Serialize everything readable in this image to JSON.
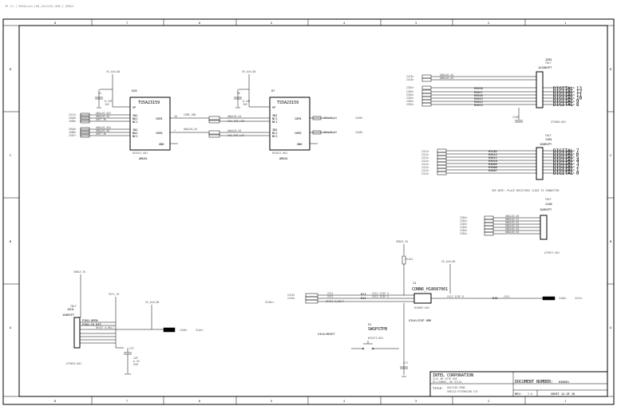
{
  "header": {
    "text": "39-14 | MUXALLAU_LOB_GALILEO_GEN_2_GEN2X"
  },
  "border": {
    "columns_top": [
      "8",
      "7",
      "6",
      "5",
      "4",
      "3",
      "2",
      "1"
    ],
    "rows_side": [
      "D",
      "C",
      "B",
      "A"
    ]
  },
  "mux_left": {
    "ref": "U28",
    "part": "TS5A23159",
    "pins": {
      "vp": "VP",
      "com1": "COM1",
      "com2": "COM2",
      "gnd": "GND",
      "in1": "IN1",
      "nc1a": "NO1",
      "nc1b": "NC1",
      "in2": "IN2",
      "nc2a": "NO2",
      "nc2b": "NC2"
    },
    "pn": "DS5511-001",
    "caption": "AMUX1",
    "power": "V5_ALW_ON",
    "cap": "C4"
  },
  "mux_right": {
    "ref": "U7",
    "part": "TS5A23159",
    "pins": {
      "vp": "VP",
      "com1": "COM1",
      "com2": "COM2",
      "gnd": "GND",
      "in1": "IN1",
      "nc1a": "NC1",
      "nc1b": "NC1",
      "in2": "IN2",
      "nc2a": "NC2",
      "nc2b": "NC2"
    },
    "pn": "DS5511-001",
    "caption": "AMUX1",
    "power": "V5_ALW_ON",
    "cap": "C6"
  },
  "j_digital_hi": {
    "ref": "J2B1",
    "title": "1X10RCPT",
    "tag": "TBLF",
    "pins": [
      "DIGITAL 13",
      "DIGITAL 12",
      "DIGITAL 11",
      "DIGITAL 10",
      "DIGITAL 9",
      "DIGITAL 8"
    ],
    "resistors": [
      "R3018",
      "R3017",
      "R3016",
      "R3015",
      "R3014",
      "R3013"
    ],
    "pn": "G79684-001",
    "cap": "C209"
  },
  "j_digital_lo": {
    "ref": "J1B1",
    "title": "1X8RCPT",
    "tag": "TBLF",
    "pins": [
      "DIGITAL 7",
      "DIGITAL 6",
      "DIGITAL 5",
      "DIGITAL 4",
      "DIGITAL 3",
      "DIGITAL 2",
      "DIGITAL 1",
      "DIGITAL 0"
    ],
    "resistors": [
      "R3182",
      "R3012",
      "R3011",
      "R3010",
      "R3009",
      "R3008",
      "R3007"
    ],
    "note": "SEE NOTE: PLACE RESISTORS CLOSE TO CONNECTOR"
  },
  "j_analog": {
    "ref": "J1A6",
    "title": "1X6RCPT",
    "tag": "TBLF",
    "pins": [
      "ANALOG_A0",
      "ANALOG_A1",
      "ANALOG_A2",
      "ANALOG_A3",
      "ANALOG_A4",
      "ANALOG_A5"
    ],
    "pn": "G79671-001"
  },
  "j_icsp": {
    "ref": "J1",
    "title": "CONN6_H18687001",
    "pn": "H18687-001",
    "caption": "SILK=ICSP HDR",
    "power": "V5_ALW_ON",
    "pullup": "R1A21",
    "r1": "R13",
    "r2": "R14",
    "r3": "R15"
  },
  "j_power": {
    "ref": "J2H1",
    "title": "1X8RCPT",
    "tag": "TBLF",
    "pins": [
      "PIN1:OPEN",
      "PIN2:IO REF",
      "RESET_N_BKLT"
    ],
    "power1": "VDBLE_3V",
    "power2": "V5_ALW_ON",
    "power3": "FET1_3V",
    "cap": "C37",
    "pn": "G79652-001"
  },
  "switch": {
    "ref": "S1",
    "part": "SWSPSTPB",
    "pn": "DS5373-001",
    "caption": "SILK=RESET"
  },
  "misc": {
    "cap_icsp": "C13",
    "vdble": "VDBLE_5V"
  },
  "title_block": {
    "company": "INTEL CORPORATION",
    "address": "2111 NE 25TH AVE",
    "city": "HILLSBORO, OR 97124",
    "doc_label": "DOCUMENT NUMBER:",
    "doc_number": "H38601",
    "title_label": "TITLE:",
    "title1": "GALILEO GEN2",
    "title2": "SHEILD EXTENSION I/O",
    "rev_label": "REV:",
    "rev": "2.0",
    "sheet": "SHEET 14 OF 28"
  }
}
